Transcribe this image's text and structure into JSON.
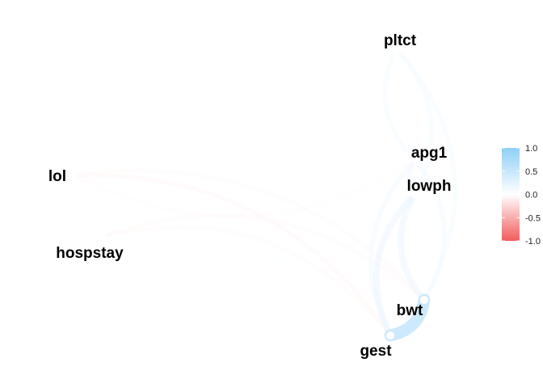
{
  "chart_data": {
    "type": "network",
    "description_source": "correlation network",
    "nodes": [
      {
        "id": "pltct",
        "label": "pltct"
      },
      {
        "id": "apg1",
        "label": "apg1"
      },
      {
        "id": "lowph",
        "label": "lowph"
      },
      {
        "id": "lol",
        "label": "lol"
      },
      {
        "id": "hospstay",
        "label": "hospstay"
      },
      {
        "id": "bwt",
        "label": "bwt"
      },
      {
        "id": "gest",
        "label": "gest"
      }
    ],
    "edges": [
      {
        "from": "bwt",
        "to": "gest",
        "r": 0.6
      },
      {
        "from": "lowph",
        "to": "bwt",
        "r": 0.2
      },
      {
        "from": "lowph",
        "to": "gest",
        "r": 0.2
      },
      {
        "from": "apg1",
        "to": "bwt",
        "r": 0.12
      },
      {
        "from": "apg1",
        "to": "gest",
        "r": 0.12
      },
      {
        "from": "apg1",
        "to": "lowph",
        "r": 0.12
      },
      {
        "from": "pltct",
        "to": "apg1",
        "r": 0.1
      },
      {
        "from": "pltct",
        "to": "lowph",
        "r": 0.1
      },
      {
        "from": "pltct",
        "to": "bwt",
        "r": 0.1
      },
      {
        "from": "lol",
        "to": "gest",
        "r": -0.06
      },
      {
        "from": "lol",
        "to": "bwt",
        "r": -0.05
      },
      {
        "from": "hospstay",
        "to": "gest",
        "r": -0.05
      },
      {
        "from": "hospstay",
        "to": "bwt",
        "r": -0.04
      },
      {
        "from": "lol",
        "to": "hospstay",
        "r": 0.03
      },
      {
        "from": "lol",
        "to": "apg1",
        "r": -0.03
      },
      {
        "from": "hospstay",
        "to": "lowph",
        "r": 0.03
      },
      {
        "from": "lol",
        "to": "lowph",
        "r": 0.03
      }
    ],
    "legend": {
      "ticks": [
        "1.0",
        "0.5",
        "0.0",
        "-0.5",
        "-1.0"
      ],
      "range": [
        -1.0,
        1.0
      ],
      "colors": {
        "positive": "#8fcff8",
        "neutral": "#ffffff",
        "negative": "#f25b5b"
      }
    }
  }
}
